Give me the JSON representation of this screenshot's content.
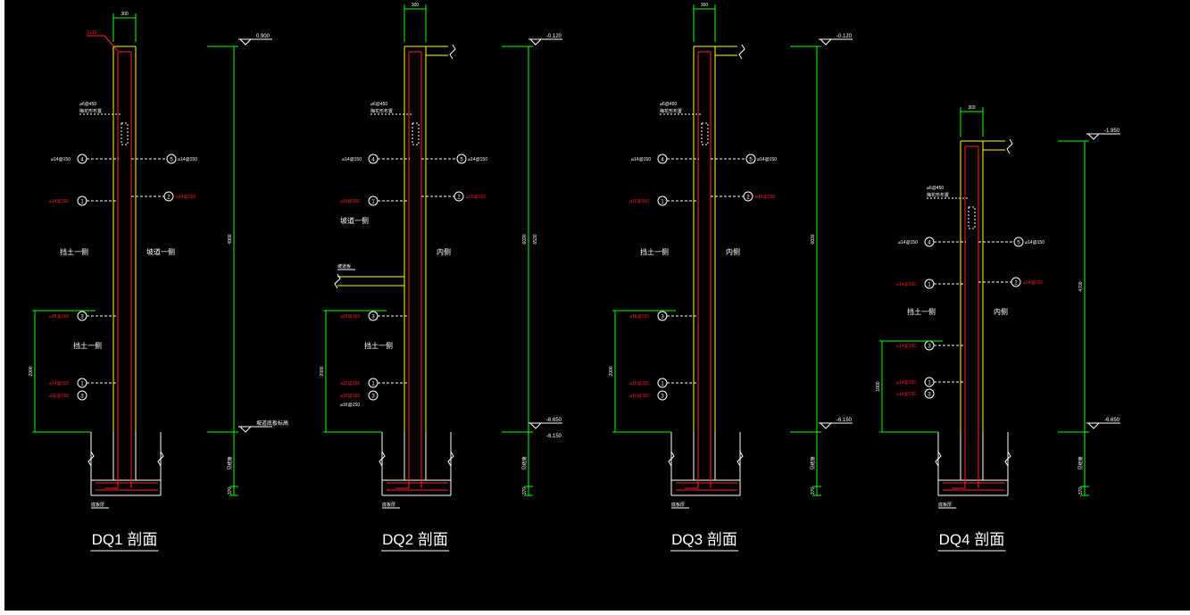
{
  "colors": {
    "background": "#000000",
    "frame": "#ffffff",
    "concrete": "#ffff00",
    "rebar": "#ff2020",
    "dimension": "#00ff00",
    "text": "#ffffff",
    "annotation_red": "#ff2020"
  },
  "sections": [
    {
      "id": "dq1",
      "title": "DQ1 剖面",
      "width_dim": "300",
      "level_top": "0.900",
      "level_bottom": "",
      "level_bottom_2": "",
      "top_tag": "2⌀12",
      "stirrup_note_1": "⌀6@450",
      "stirrup_note_2": "梅花形布置",
      "bar4": "⌀14@150",
      "bar5": "⌀14@150",
      "bar1": "⌀14@150",
      "bar2": "⌀14@150",
      "bar3_upper": "⌀16@150",
      "bar1_lower": "⌀14@150",
      "bar3_lower": "⌀16@150",
      "bar3_lower_2": "",
      "left_label_upper": "挡土一侧",
      "right_label": "坡道一侧",
      "left_label_lower": "挡土一侧",
      "mid_label": "",
      "slab_label": "",
      "lower_dim": "2000",
      "total_dim": "4900",
      "total_dim_2": "",
      "ground_label": "坡道底板标高",
      "base_dim_1": "见结施",
      "base_dim_2": "370",
      "base_label": "底板厚"
    },
    {
      "id": "dq2",
      "title": "DQ2 剖面",
      "width_dim": "300",
      "level_top": "-0.120",
      "level_bottom": "-6.650",
      "level_bottom_2": "-6.150",
      "top_tag": "",
      "stirrup_note_1": "⌀6@450",
      "stirrup_note_2": "梅花形布置",
      "bar4": "⌀14@150",
      "bar5": "⌀14@150",
      "bar1": "⌀16@150",
      "bar2": "⌀16@150",
      "bar3_upper": "⌀16@150",
      "bar1_lower": "⌀16@150",
      "bar3_lower": "⌀16@150",
      "bar3_lower_2": "⌀16@150",
      "left_label_upper": "坡道一侧",
      "right_label": "内侧",
      "left_label_lower": "挡土一侧",
      "mid_label": "",
      "slab_label": "坡道板",
      "lower_dim": "2000",
      "total_dim": "6030",
      "total_dim_2": "6530",
      "ground_label": "",
      "base_dim_1": "见结施",
      "base_dim_2": "370",
      "base_label": "底板厚"
    },
    {
      "id": "dq3",
      "title": "DQ3 剖面",
      "width_dim": "300",
      "level_top": "-0.120",
      "level_bottom": "-6.150",
      "level_bottom_2": "",
      "top_tag": "",
      "stirrup_note_1": "⌀6@450",
      "stirrup_note_2": "梅花形布置",
      "bar4": "⌀14@150",
      "bar5": "⌀14@150",
      "bar1": "⌀16@150",
      "bar2": "⌀16@150",
      "bar3_upper": "⌀16@150",
      "bar1_lower": "⌀16@150",
      "bar3_lower": "⌀16@150",
      "bar3_lower_2": "",
      "left_label_upper": "挡土一侧",
      "right_label": "内侧",
      "left_label_lower": "",
      "mid_label": "",
      "slab_label": "",
      "lower_dim": "2000",
      "total_dim": "6030",
      "total_dim_2": "",
      "ground_label": "",
      "base_dim_1": "见结施",
      "base_dim_2": "370",
      "base_label": "底板厚"
    },
    {
      "id": "dq4",
      "title": "DQ4 剖面",
      "width_dim": "300",
      "level_top": "-1.950",
      "level_bottom": "-6.650",
      "level_bottom_2": "",
      "top_tag": "",
      "stirrup_note_1": "⌀6@450",
      "stirrup_note_2": "梅花形布置",
      "bar4": "⌀14@150",
      "bar5": "⌀14@150",
      "bar1": "⌀14@150",
      "bar2": "⌀14@150",
      "bar3_upper": "⌀14@150",
      "bar1_lower": "⌀14@150",
      "bar3_lower": "⌀14@150",
      "bar3_lower_2": "",
      "left_label_upper": "挡土一侧",
      "right_label": "内侧",
      "left_label_lower": "",
      "mid_label": "",
      "slab_label": "",
      "lower_dim": "1000",
      "total_dim": "4700",
      "total_dim_2": "",
      "ground_label": "",
      "base_dim_1": "见结施",
      "base_dim_2": "370",
      "base_label": "底板厚"
    }
  ]
}
